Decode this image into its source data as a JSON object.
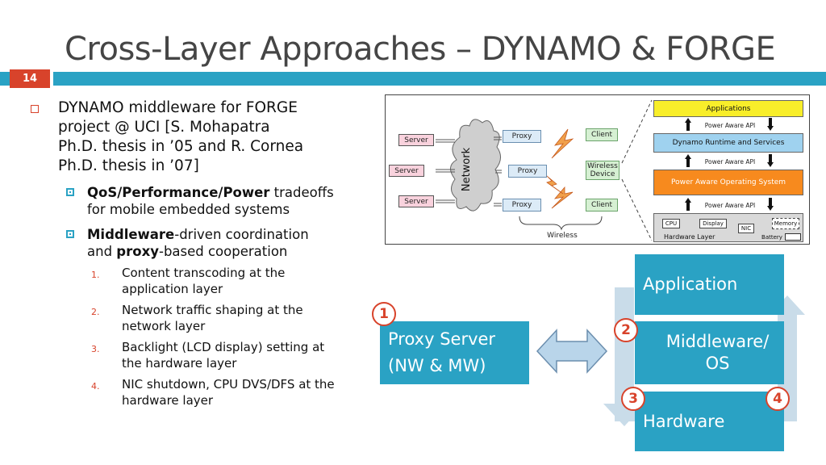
{
  "slide": {
    "title": "Cross-Layer Approaches – DYNAMO & FORGE",
    "number": "14"
  },
  "bullets": {
    "main_lines": [
      "DYNAMO middleware for FORGE",
      "project @ UCI  [S. Mohapatra",
      "Ph.D. thesis in ’05 and R. Cornea",
      "Ph.D. thesis in ’07]"
    ],
    "sub1": {
      "b1": "QoS",
      "s1": "/",
      "b2": "Performance",
      "s2": "/",
      "b3": "Power",
      "t1": " tradeoffs",
      "line2": "for mobile embedded systems"
    },
    "sub2": {
      "b1": "Middleware",
      "t1": "-driven coordination",
      "t2": "and ",
      "b2": "proxy",
      "t3": "-based cooperation"
    },
    "numbered": [
      {
        "num": "1.",
        "lines": [
          "Content transcoding at the",
          "application layer"
        ]
      },
      {
        "num": "2.",
        "lines": [
          "Network traffic shaping at the",
          "network layer"
        ]
      },
      {
        "num": "3.",
        "lines": [
          "Backlight (LCD display) setting at",
          "the hardware layer"
        ]
      },
      {
        "num": "4.",
        "lines": [
          "NIC shutdown, CPU DVS/DFS at the",
          "hardware layer"
        ]
      }
    ]
  },
  "network_diagram": {
    "servers": [
      "Server",
      "Server",
      "Server"
    ],
    "network_label": "Network",
    "proxies": [
      "Proxy",
      "Proxy",
      "Proxy"
    ],
    "clients": [
      "Client",
      "Wireless Device",
      "Client"
    ],
    "wireless_label": "Wireless",
    "stack": {
      "applications": "Applications",
      "api1": "Power Aware API",
      "dynamo": "Dynamo Runtime and Services",
      "api2": "Power Aware API",
      "os": "Power Aware Operating System",
      "api3": "Power Aware API",
      "hw_items": [
        "CPU",
        "Display",
        "NIC",
        "Memory"
      ],
      "hw_label": "Hardware Layer",
      "battery": "Battery"
    }
  },
  "layer_diagram": {
    "proxy_lines": [
      "Proxy Server",
      "(NW & MW)"
    ],
    "application": "Application",
    "middleware_lines": [
      "Middleware/",
      "OS"
    ],
    "hardware": "Hardware",
    "markers": [
      "1",
      "2",
      "3",
      "4"
    ]
  },
  "colors": {
    "accent_teal": "#2aa2c4",
    "accent_red": "#d8432b",
    "title_gray": "#454545",
    "light_blue_arrow": "#c9dce9"
  }
}
